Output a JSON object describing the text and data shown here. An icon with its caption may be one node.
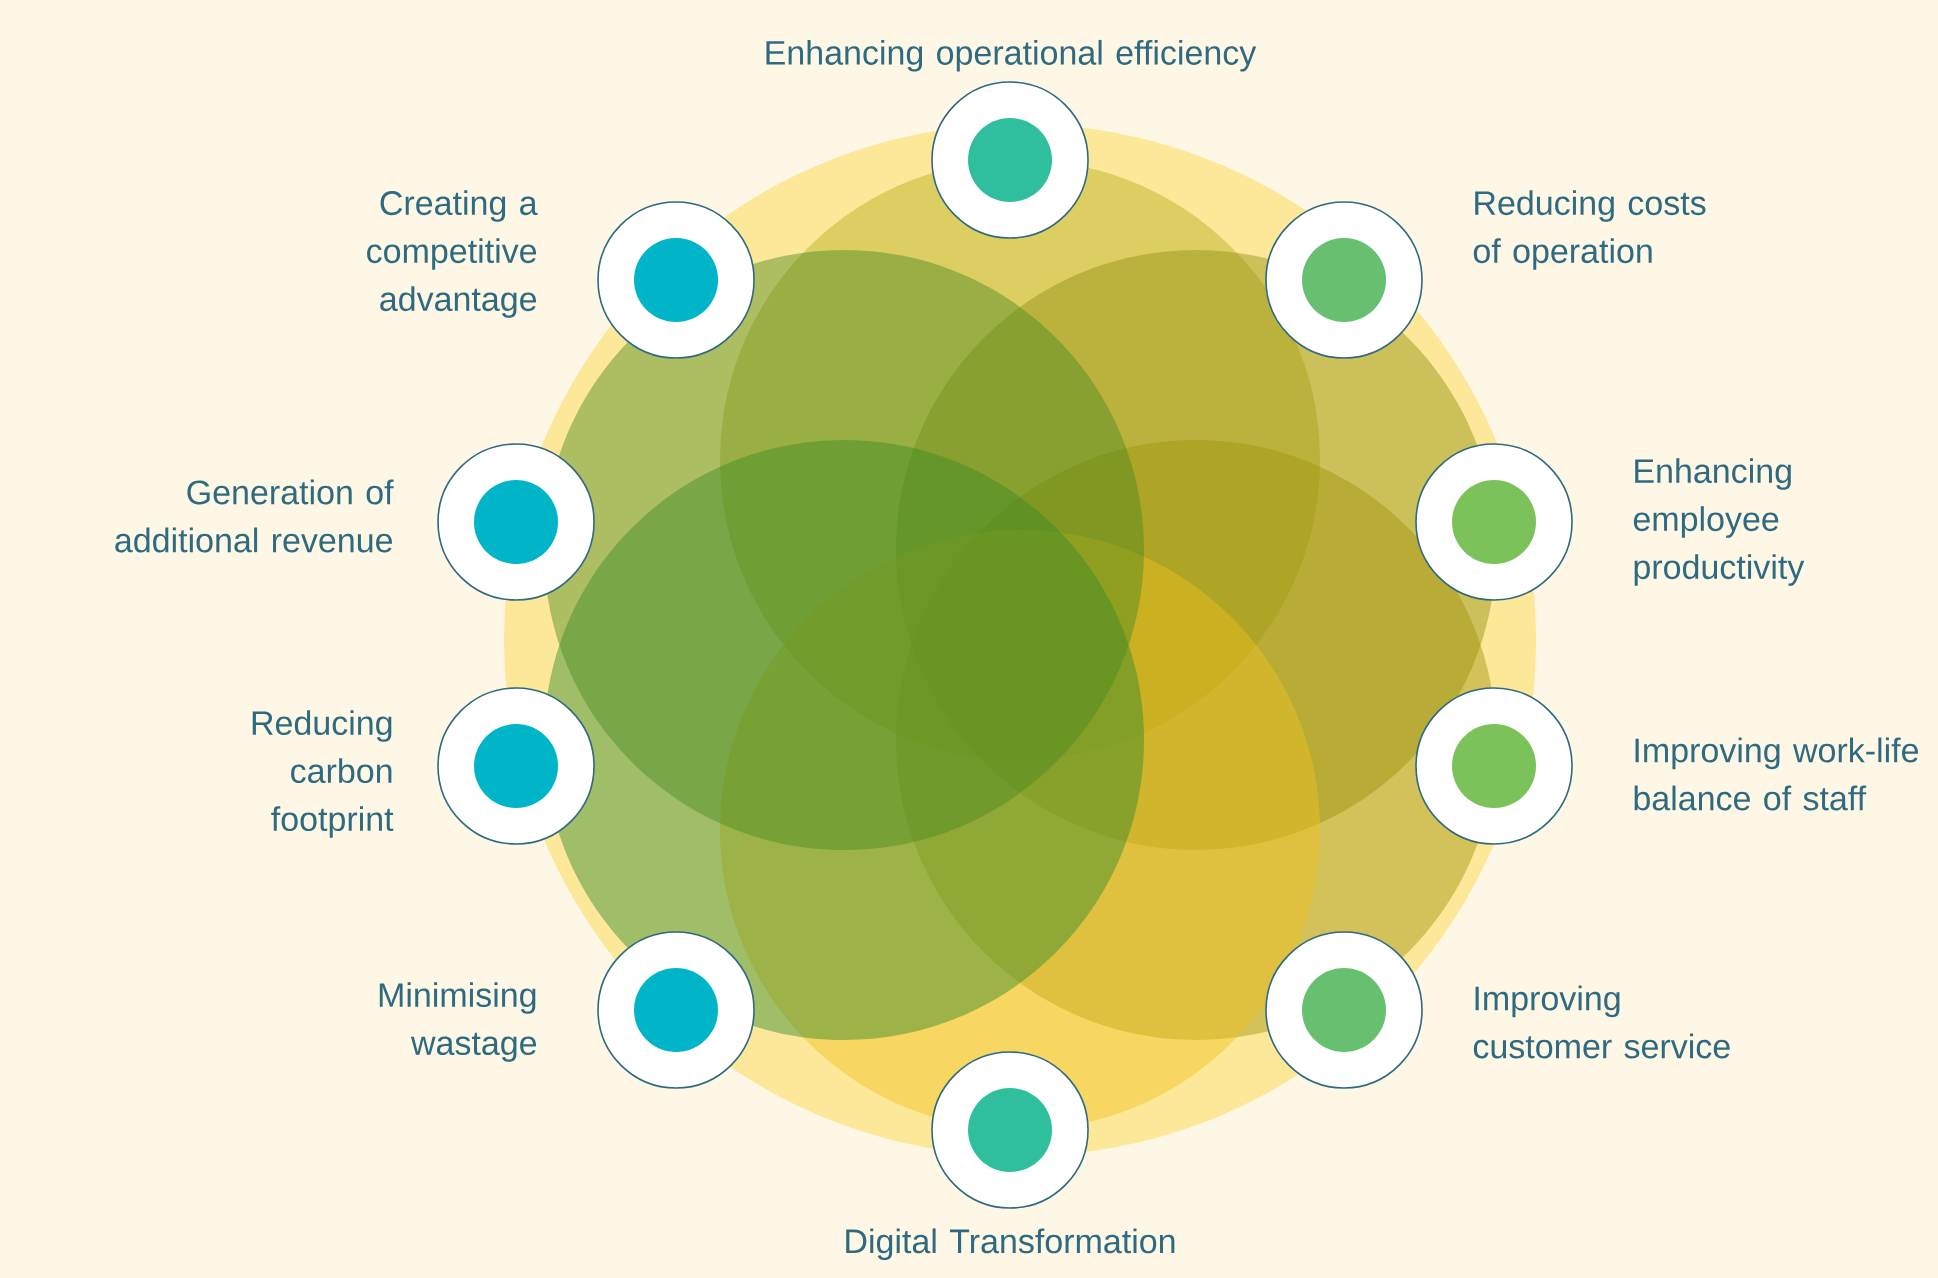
{
  "diagram": {
    "nodes": [
      {
        "text": [],
        "shape": "circle",
        "beside": [
          "Enhancing operational efficiency"
        ]
      },
      {
        "text": [],
        "shape": "circle",
        "beside": [
          "Reducing costs of operation"
        ]
      },
      {
        "text": [],
        "shape": "circle",
        "beside": [
          "Enhancing employee productivity"
        ]
      },
      {
        "text": [],
        "shape": "circle",
        "beside": [
          "Improving work-life balance of staff"
        ]
      },
      {
        "text": [],
        "shape": "circle",
        "beside": [
          "Improving customer service"
        ]
      },
      {
        "text": [],
        "shape": "circle",
        "beside": [
          "Digital Transformation"
        ]
      },
      {
        "text": [],
        "shape": "circle",
        "beside": [
          "Minimising wastage"
        ]
      },
      {
        "text": [],
        "shape": "circle",
        "beside": [
          "Reducing carbon footprint"
        ]
      },
      {
        "text": [],
        "shape": "circle",
        "beside": [
          "Generation of additional revenue"
        ]
      },
      {
        "text": [],
        "shape": "circle",
        "beside": [
          "Creating a competitive advantage"
        ]
      }
    ]
  }
}
